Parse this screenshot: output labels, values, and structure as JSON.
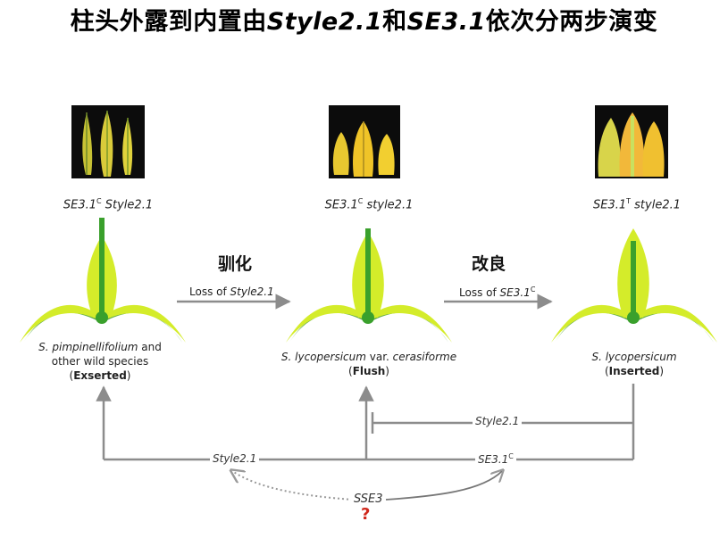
{
  "title": {
    "part1": "柱头外露到内置由",
    "gene1": "Style2.1",
    "part2": "和",
    "gene2": "SE3.1",
    "part3": "依次分两步演变"
  },
  "genotypes": [
    {
      "a": "SE3.1",
      "a_sup": "C",
      "b": "Style2.1"
    },
    {
      "a": "SE3.1",
      "a_sup": "C",
      "b": "style2.1"
    },
    {
      "a": "SE3.1",
      "a_sup": "T",
      "b": "style2.1"
    }
  ],
  "steps": {
    "domestication": "驯化",
    "improvement": "改良"
  },
  "arrows": {
    "loss1_prefix": "Loss of ",
    "loss1_gene": "Style2.1",
    "loss2_prefix": "Loss of ",
    "loss2_gene": "SE3.1",
    "loss2_sup": "C"
  },
  "species": [
    {
      "name": "S. pimpinellifolium",
      "extra": " and",
      "line2": "other wild species",
      "phenotype": "Exserted"
    },
    {
      "name": "S. lycopersicum",
      "extra": " var. ",
      "name2": "cerasiforme",
      "phenotype": "Flush"
    },
    {
      "name": "S. lycopersicum",
      "phenotype": "Inserted"
    }
  ],
  "network": {
    "style21_right": "Style2.1",
    "style21_left": "Style2.1",
    "se31": "SE3.1",
    "se31_sup": "C",
    "sse3": "SSE3",
    "question": "?"
  },
  "colors": {
    "petal_light": "#d4ec2a",
    "petal_dark": "#5faa48",
    "stigma_green": "#3aa02c",
    "arrow_gray": "#8c8c8c",
    "question_red": "#d0281c"
  }
}
